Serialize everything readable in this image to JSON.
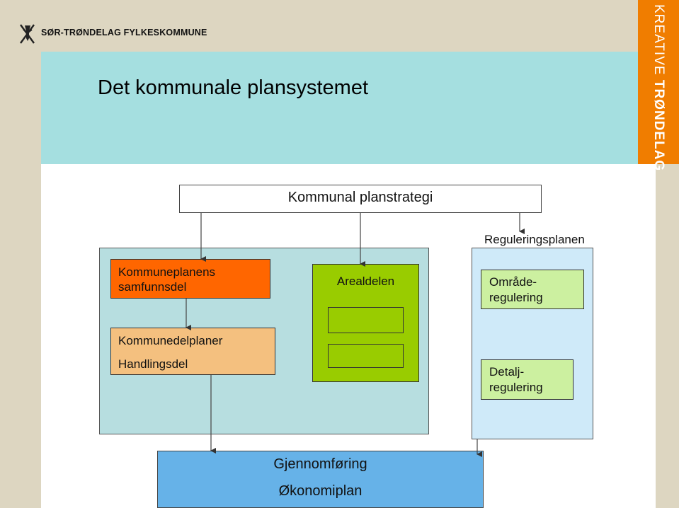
{
  "header": {
    "logo_text": "SØR-TRØNDELAG FYLKESKOMMUNE",
    "brand_light": "KREATIVE ",
    "brand_bold": "TRØNDELAG"
  },
  "title": "Det kommunale plansystemet",
  "diagram": {
    "strategy": "Kommunal planstrategi",
    "samfunnsdel_line1": "Kommuneplanens",
    "samfunnsdel_line2": "samfunnsdel",
    "kommunedelplaner": "Kommunedelplaner",
    "handlingsdel": "Handlingsdel",
    "arealdelen": "Arealdelen",
    "reguleringsplanen": "Reguleringsplanen",
    "omrade_line1": "Område-",
    "omrade_line2": "regulering",
    "detalj_line1": "Detalj-",
    "detalj_line2": "regulering",
    "gjennomforing": "Gjennomføring",
    "okonomiplan": "Økonomiplan"
  },
  "colors": {
    "frame": "#ddd6c1",
    "title_band": "#a5dfe0",
    "brand": "#f07d00",
    "samfunnsdel": "#ff6600",
    "kommunedelplaner": "#f4c07f",
    "arealdel": "#99cc00",
    "regulering": "#ccf0a0",
    "gjennomforing": "#66b2e8"
  }
}
